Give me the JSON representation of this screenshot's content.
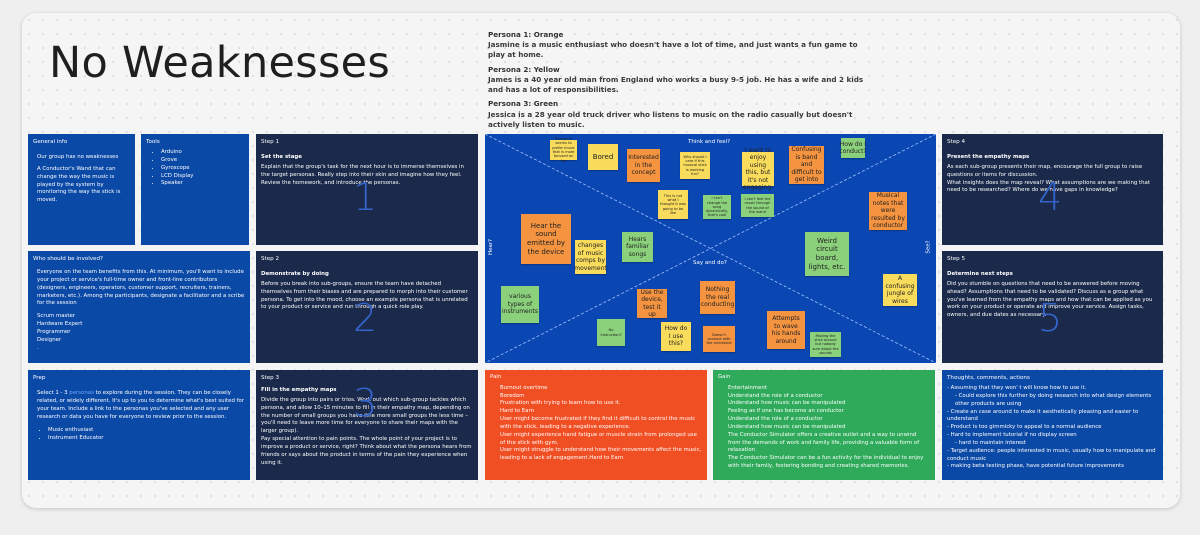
{
  "board": {
    "title": "No Weaknesses"
  },
  "personas": [
    {
      "head": "Persona 1: Orange",
      "desc": "Jasmine is a music enthusiast who doesn't have a lot of time, and just wants a fun game to play at home."
    },
    {
      "head": "Persona 2: Yellow",
      "desc": "James is a 40 year old man from England who works a busy 9-5 job. He has a wife and 2 kids and has a lot of responsibilities."
    },
    {
      "head": "Persona 3: Green",
      "desc": "Jessica is a 28 year old truck driver who listens to music on the radio casually but doesn't actively listen to music."
    }
  ],
  "general": {
    "title": "General info",
    "line1": "Our group has no weaknesses",
    "line2": "A Conductor's Wand that can change the way the music is played by the system by monitoring the way the stick is moved."
  },
  "tools": {
    "title": "Tools",
    "items": [
      "Arduino",
      "Grove",
      "Gyroscope",
      "LCD Display",
      "Speaker"
    ]
  },
  "involved": {
    "title": "Who should be involved?",
    "body": "Everyone on the team benefits from this. At minimum, you'll want to include your project or service's full-time owner and front-line contributors (designers, engineers, operators, customer support, recruiters, trainers, marketers, etc.). Among the participants, designate a facilitator and a scribe for the session",
    "roles": [
      "Scrum master",
      "Hardware Expert",
      "Programmer",
      "Designer",
      "."
    ]
  },
  "prep": {
    "title": "Prep",
    "body_a": "Select 1 - 3 ",
    "body_link": "personas",
    "body_b": " to explore during the session. They can be closely related, or widely different. It's up to you to determine what's best suited for your team. Include a link to the personas you've selected and any user research or data you have for everyone to review prior to the session.",
    "items": [
      "Music enthusiast",
      "Instrument Educator"
    ]
  },
  "step1": {
    "title": "Step 1",
    "sub": "Set the stage",
    "body": "Explain that the group's task for the next hour is to immerse themselves in the target personas. Really step into their skin and imagine how they feel. Review the homework, and introduce the personas.",
    "num": "1"
  },
  "step2": {
    "title": "Step 2",
    "sub": "Demonstrate by doing",
    "body": "Before you break into sub-groups, ensure the team have detached themselves from their biases and are prepared to morph into their customer persona. To get into the mood, choose an example persona that is unrelated to your product or service and run through a quick role play.",
    "num": "2"
  },
  "step3": {
    "title": "Step 3",
    "sub": "Fill in the empathy maps",
    "body1": "Divide the group into pairs or trios. Work out which sub-group tackles which persona, and allow 10–15 minutes to fill in their empathy map, depending on the number of small groups you have (the more small groups the less time – you'll need to leave more time for everyone to share their maps with the larger group).",
    "body2": "Pay special attention to pain points. The whole point of your project is to improve a product or service, right? Think about what the persona hears from friends or says about the product in terms of the pain they experience when using it.",
    "num": "3"
  },
  "step4": {
    "title": "Step 4",
    "sub": "Present the empathy maps",
    "body1": "As each sub-group presents their map, encourage the full group to raise questions or items for discussion.",
    "body2": "What insights does the map reveal? What assumptions are we making that need to be researched? Where do we have gaps in knowledge?",
    "num": "4"
  },
  "step5": {
    "title": "Step 5",
    "sub": "Determine next steps",
    "body": "Did you stumble on questions that need to be answered before moving ahead? Assumptions that need to be validated? Discuss as a group what you've learned from the empathy maps and how that can be applied as you work on your product or operate and improve your service. Assign tasks, owners, and due dates as necessary.",
    "num": "5"
  },
  "map": {
    "top_label": "Think and feel?",
    "mid_label": "Say and do?",
    "left_label": "Hear?",
    "right_label": "See?",
    "notes": [
      {
        "text": "Everyone seems to prefer music that is more focused on fun",
        "color": "y",
        "size": "sm"
      },
      {
        "text": "Bored",
        "color": "y",
        "size": "lg"
      },
      {
        "text": "Interested in the concept",
        "color": "o",
        "size": ""
      },
      {
        "text": "Why should I care if this musical stick is working fun?",
        "color": "y",
        "size": "sm"
      },
      {
        "text": "I want to enjoy using this, but it's not engaging.",
        "color": "y",
        "size": ""
      },
      {
        "text": "Confusing is band and difficult to get into",
        "color": "o",
        "size": ""
      },
      {
        "text": "How do I conduct?",
        "color": "g",
        "size": ""
      },
      {
        "text": "This is not what I thought it was going to be like",
        "color": "y",
        "size": "sm"
      },
      {
        "text": "I can't change the song dynamically, that's cool",
        "color": "g",
        "size": "sm"
      },
      {
        "text": "I can't feel the music through the sound of the wand",
        "color": "g",
        "size": "sm"
      },
      {
        "text": "Musical notes that were resulted by conductor",
        "color": "o",
        "size": ""
      },
      {
        "text": "Hear the sound emitted by the device",
        "color": "o",
        "size": "lg"
      },
      {
        "text": "changes of music comps by movement",
        "color": "y",
        "size": ""
      },
      {
        "text": "Hears familiar songs",
        "color": "g",
        "size": ""
      },
      {
        "text": "Weird circuit board, lights, etc.",
        "color": "g",
        "size": "lg"
      },
      {
        "text": "A confusing jungle of wires",
        "color": "y",
        "size": ""
      },
      {
        "text": "various types of instruments",
        "color": "g",
        "size": ""
      },
      {
        "text": "Use the device, test it up",
        "color": "o",
        "size": ""
      },
      {
        "text": "Nothing the real conducting",
        "color": "o",
        "size": ""
      },
      {
        "text": "No instruction?",
        "color": "g",
        "size": "sm"
      },
      {
        "text": "How do I use this?",
        "color": "y",
        "size": ""
      },
      {
        "text": "Attempts to wave his hands around",
        "color": "o",
        "size": ""
      },
      {
        "text": "Doesn't connect with the orchestral",
        "color": "o",
        "size": "sm"
      },
      {
        "text": "Moving the stick around but nobody sure about the sounds",
        "color": "g",
        "size": "sm"
      }
    ]
  },
  "pain": {
    "title": "Pain",
    "lines": [
      "Burnout overtime",
      "Boredom",
      "Frustration with trying to learn how to use it.",
      "Hard to Earn",
      "User might become frustrated if they find it difficult to control the music with the stick, leading to a negative experience.",
      "User might experience hand fatigue or muscle strain from prolonged use of the stick with gym.",
      "User might struggle to understand how their movements affect the music, leading to a lack of engagement.Hard to Earn"
    ]
  },
  "gain": {
    "title": "Gain",
    "lines": [
      "Entertainment",
      "Understand the role of a conductor",
      "Understand how music can be manipulated",
      "Feeling as if one has become an conductor",
      "Understand the role of a conductor",
      "Understand how music can be manipulated",
      "The Conductor Simulator offers a creative outlet and a way to unwind from the demands of work and family life, providing a valuable form of relaxation",
      "The Conductor Simulator can be a fun activity for the individual to enjoy with their family, fostering bonding and creating shared memories."
    ]
  },
  "thoughts": {
    "title": "Thoughts, comments, actions",
    "lines": [
      "- Assuming that they won' t will know how to use it.",
      "    - Could explore this further by doing research into what design elements other products are using",
      "- Create an case around to make it aesthetically pleasing and easier to understand",
      "- Product is too gimmicky to appeal to a normal audience",
      "- Hard to implement tutorial if no display screen",
      "    - hard to maintain interest",
      "- Target audience: people interested in music, usually how to manipulate and conduct music",
      "- making beta testing phase, have potential future improvements"
    ]
  }
}
